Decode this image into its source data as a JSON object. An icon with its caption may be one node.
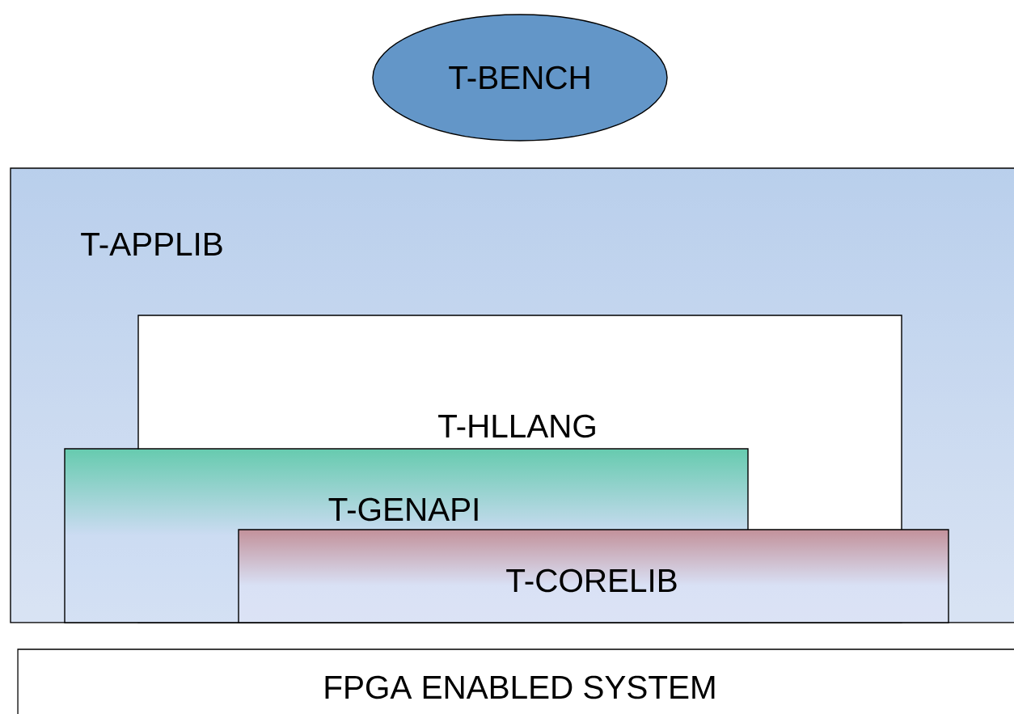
{
  "diagram": {
    "nodes": [
      {
        "text": [
          "T-BENCH"
        ]
      },
      {
        "text": [
          "T-APPLIB"
        ]
      },
      {
        "text": [
          "T-HLLANG"
        ],
        "in": 1
      },
      {
        "text": [
          "T-GENAPI"
        ],
        "in": 1
      },
      {
        "text": [
          "T-CORELIB"
        ],
        "in": 1
      },
      {
        "text": [
          "FPGA ENABLED SYSTEM"
        ]
      }
    ]
  }
}
